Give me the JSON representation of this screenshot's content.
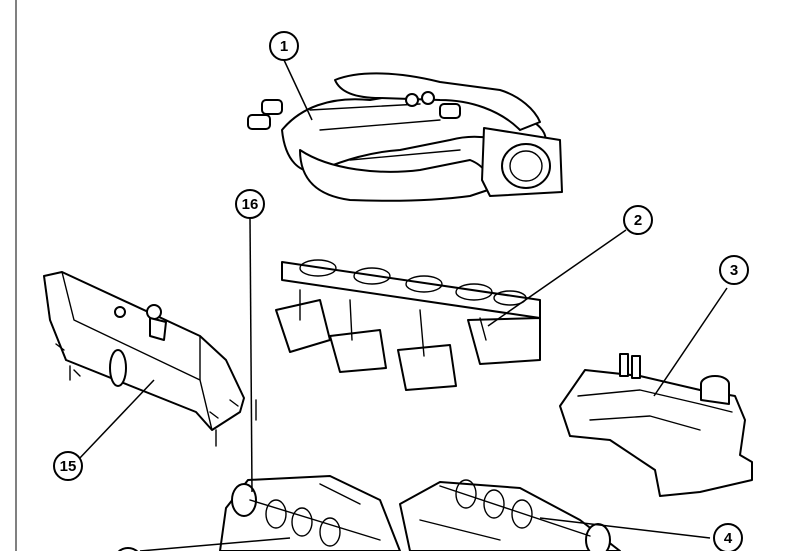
{
  "callouts": [
    {
      "id": "1",
      "label": "1"
    },
    {
      "id": "2",
      "label": "2"
    },
    {
      "id": "3",
      "label": "3"
    },
    {
      "id": "4",
      "label": "4"
    },
    {
      "id": "15",
      "label": "15"
    },
    {
      "id": "16",
      "label": "16"
    },
    {
      "id": "partial",
      "label": ""
    }
  ]
}
